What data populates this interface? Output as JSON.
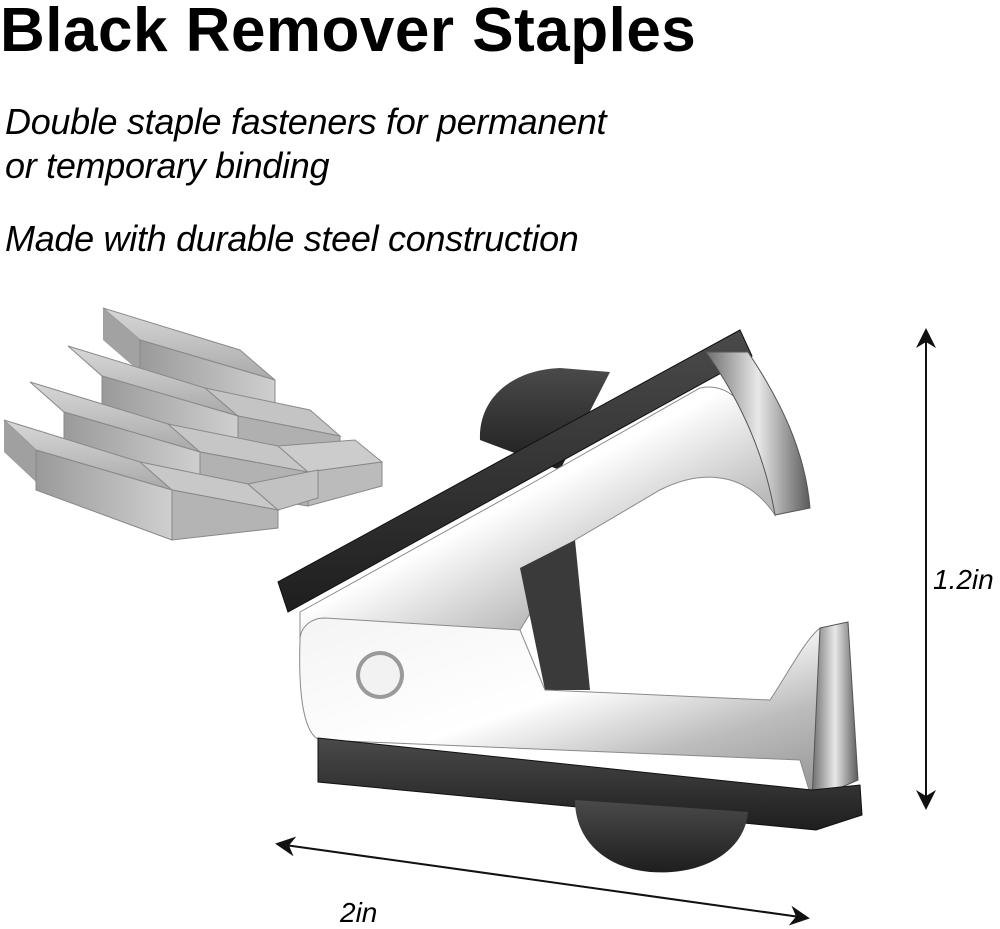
{
  "title": "Black Remover Staples",
  "features": [
    [
      "Double staple fasteners for permanent",
      "or temporary binding"
    ],
    "Made with durable steel construction"
  ],
  "dimensions": {
    "height": "1.2in",
    "width": "2in"
  },
  "colors": {
    "handle": "#2b2b2b",
    "steel": "#c9c9c9",
    "staples": "#b5b5b5",
    "arrow": "#111111"
  }
}
